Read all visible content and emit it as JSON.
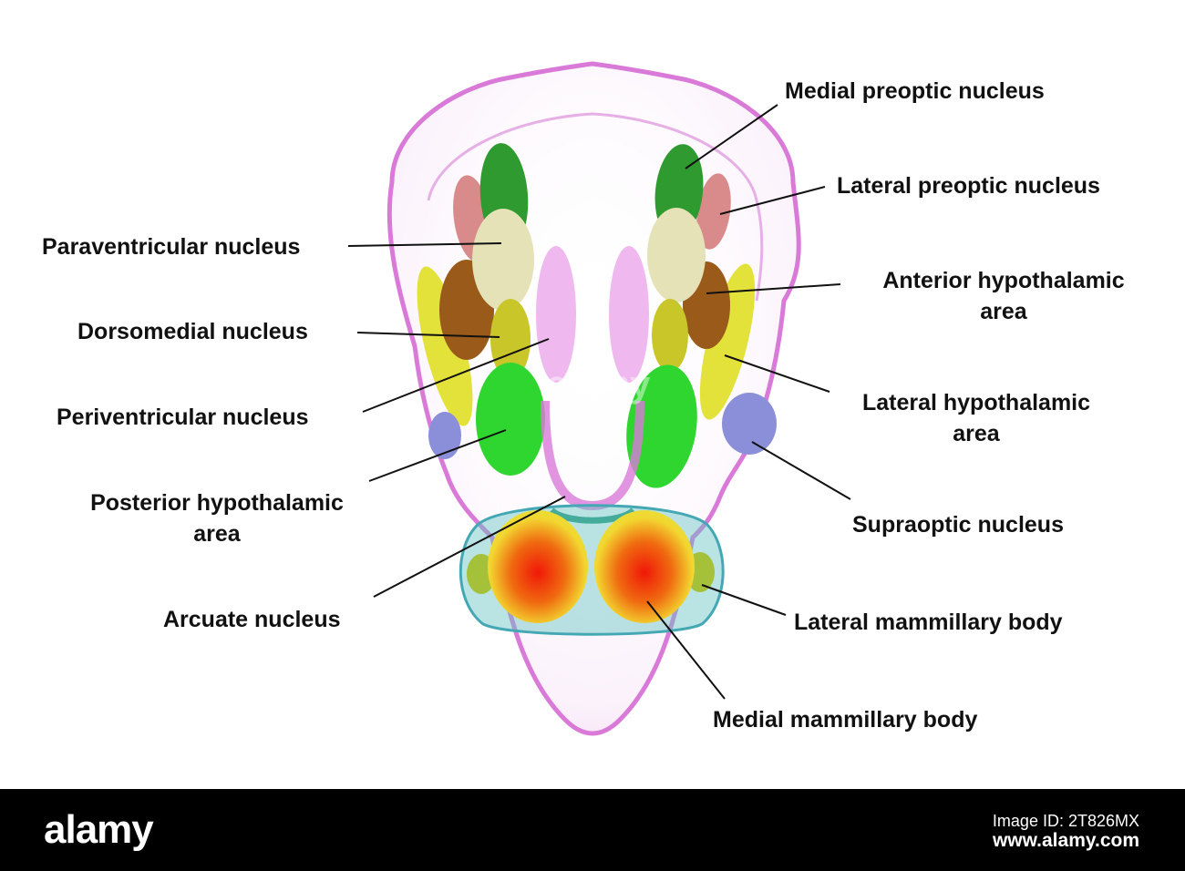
{
  "labels": {
    "medial_preoptic": "Medial preoptic nucleus",
    "lateral_preoptic": "Lateral preoptic nucleus",
    "anterior_hypothalamic_1": "Anterior hypothalamic",
    "anterior_hypothalamic_2": "area",
    "lateral_hypothalamic_1": "Lateral hypothalamic",
    "lateral_hypothalamic_2": "area",
    "supraoptic": "Supraoptic nucleus",
    "lateral_mammillary": "Lateral mammillary body",
    "medial_mammillary": "Medial mammillary body",
    "paraventricular": "Paraventricular nucleus",
    "dorsomedial": "Dorsomedial nucleus",
    "periventricular": "Periventricular nucleus",
    "posterior_hypothalamic_1": "Posterior hypothalamic",
    "posterior_hypothalamic_2": "area",
    "arcuate": "Arcuate nucleus"
  },
  "colors": {
    "outline": "#d97ad9",
    "medial_preoptic": "#2f9a2f",
    "lateral_preoptic": "#d98a8a",
    "paraventricular": "#e4e2b6",
    "anterior_hypothalamic": "#9a5a1a",
    "dorsomedial": "#c9c62a",
    "lateral_hypothalamic": "#e3e23a",
    "posterior_hypothalamic": "#2fd62f",
    "supraoptic": "#8b8fd9",
    "medial_mammillary_outer": "#f0e03a",
    "medial_mammillary_inner": "#f02810",
    "lateral_mammillary": "#a5c13a",
    "mammillary_capsule": "#66c4c4",
    "leader_line": "#111111"
  },
  "watermark": "alamy",
  "stock_bar": {
    "logo": "alamy",
    "image_id": "Image ID: 2T826MX",
    "url": "www.alamy.com"
  }
}
